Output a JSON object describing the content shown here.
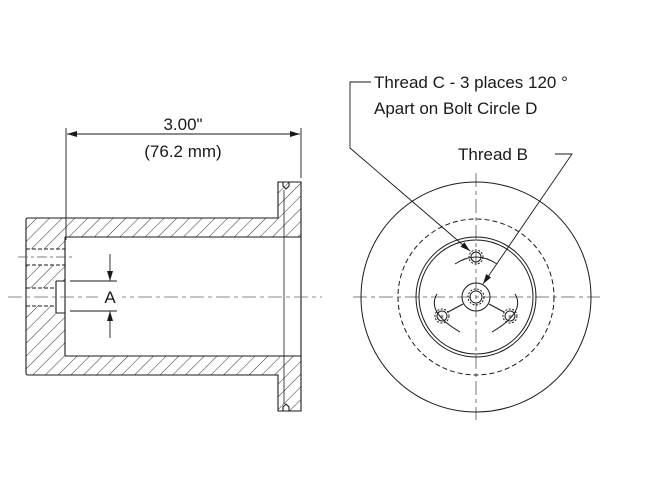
{
  "drawing": {
    "side_view": {
      "length_dimension_in": "3.00\"",
      "length_dimension_mm": "(76.2 mm)",
      "bore_label": "A"
    },
    "end_view": {
      "callout_thread_c_line1": "Thread C - 3 places 120 °",
      "callout_thread_c_line2": "Apart on Bolt Circle D",
      "callout_thread_b": "Thread B"
    },
    "colors": {
      "line": "#1a1a1a",
      "hatch": "#333333",
      "centerline": "#555555",
      "background": "#ffffff"
    }
  }
}
